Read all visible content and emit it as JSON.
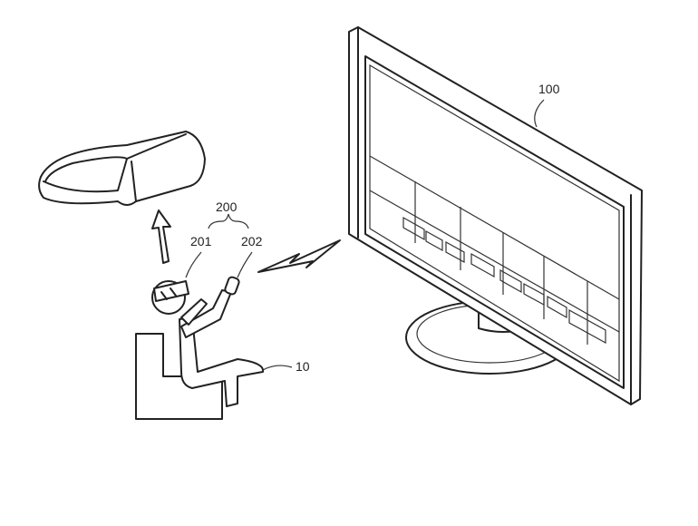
{
  "labels": {
    "display": "100",
    "controller_set": "200",
    "headset": "201",
    "hand_controller": "202",
    "user": "10"
  }
}
